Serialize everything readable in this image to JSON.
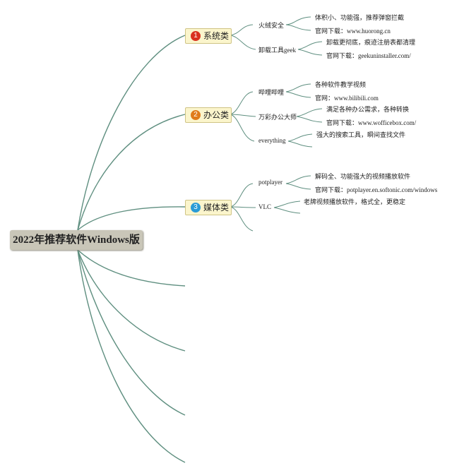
{
  "root": {
    "label": "2022年推荐软件Windows版"
  },
  "colors": {
    "edge": "#5f8f80",
    "badge_red": "#d9321f",
    "badge_orange": "#e07b1a",
    "badge_blue": "#2a9bd6"
  },
  "categories": [
    {
      "num": "1",
      "label": "系统类",
      "items": [
        {
          "name": "火绒安全",
          "details": [
            "体积小、功能强，推荐弹窗拦截",
            "官网下载：www.huorong.cn"
          ]
        },
        {
          "name": "卸载工具geek",
          "details": [
            "卸载更彻底，痕迹注册表都清理",
            "官网下载：geekuninstaller.com/"
          ]
        }
      ]
    },
    {
      "num": "2",
      "label": "办公类",
      "items": [
        {
          "name": "哔哩哔哩",
          "details": [
            "各种软件教学视频",
            "官网：www.bilibili.com"
          ]
        },
        {
          "name": "万彩办公大师",
          "details": [
            "满足各种办公需求，各种转换",
            "官网下载：www.wofficebox.com/"
          ]
        },
        {
          "name": "everything",
          "details": [
            "强大的搜索工具，瞬间查找文件"
          ]
        }
      ]
    },
    {
      "num": "3",
      "label": "媒体类",
      "items": [
        {
          "name": "potplayer",
          "details": [
            "解码全、功能强大的视频播放软件",
            "官网下载：potplayer.en.softonic.com/windows"
          ]
        },
        {
          "name": "VLC",
          "details": [
            "老牌视频播放软件，格式全，更稳定"
          ]
        }
      ]
    }
  ]
}
